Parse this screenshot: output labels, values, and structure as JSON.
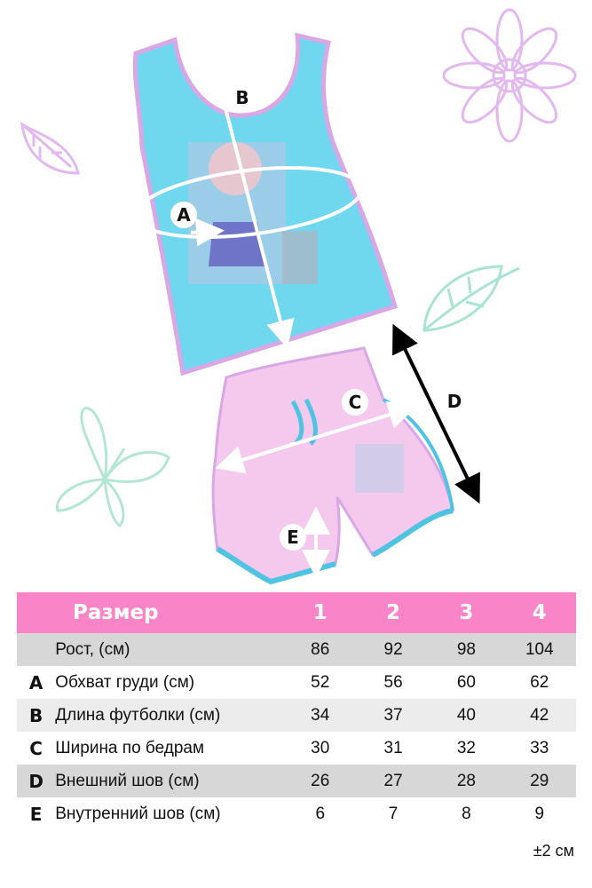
{
  "markers": {
    "a": "A",
    "b": "B",
    "c": "C",
    "d": "D",
    "e": "E"
  },
  "colors": {
    "header_pink": "#f984c8",
    "tank_blue": "#6fd7ee",
    "shorts_pink": "#f5c8ee",
    "trim_lilac": "#d9a6e6",
    "trim_blue": "#4fc4e2"
  },
  "table": {
    "header": {
      "label": "Размер",
      "sizes": [
        "1",
        "2",
        "3",
        "4"
      ]
    },
    "rows": [
      {
        "letter": "",
        "label": "Рост, (см)",
        "values": [
          "86",
          "92",
          "98",
          "104"
        ]
      },
      {
        "letter": "A",
        "label": "Обхват груди (см)",
        "values": [
          "52",
          "56",
          "60",
          "62"
        ]
      },
      {
        "letter": "B",
        "label": "Длина футболки (см)",
        "values": [
          "34",
          "37",
          "40",
          "42"
        ]
      },
      {
        "letter": "C",
        "label": "Ширина по бедрам",
        "values": [
          "30",
          "31",
          "32",
          "33"
        ]
      },
      {
        "letter": "D",
        "label": "Внешний шов (см)",
        "values": [
          "26",
          "27",
          "28",
          "29"
        ]
      },
      {
        "letter": "E",
        "label": "Внутренний шов (см)",
        "values": [
          "6",
          "7",
          "8",
          "9"
        ]
      }
    ]
  },
  "tolerance": "±2 см"
}
